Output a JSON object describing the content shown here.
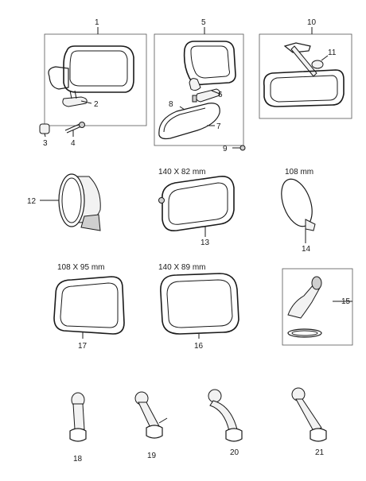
{
  "callouts": [
    "1",
    "2",
    "3",
    "4",
    "5",
    "6",
    "7",
    "8",
    "9",
    "10",
    "11",
    "12",
    "13",
    "14",
    "15",
    "16",
    "17",
    "18",
    "19",
    "20",
    "21"
  ],
  "dimensions": {
    "mirror_13": "140 X 82 mm",
    "mirror_14": "108 mm",
    "mirror_17": "108 X 95 mm",
    "mirror_16": "140 X 89 mm"
  }
}
